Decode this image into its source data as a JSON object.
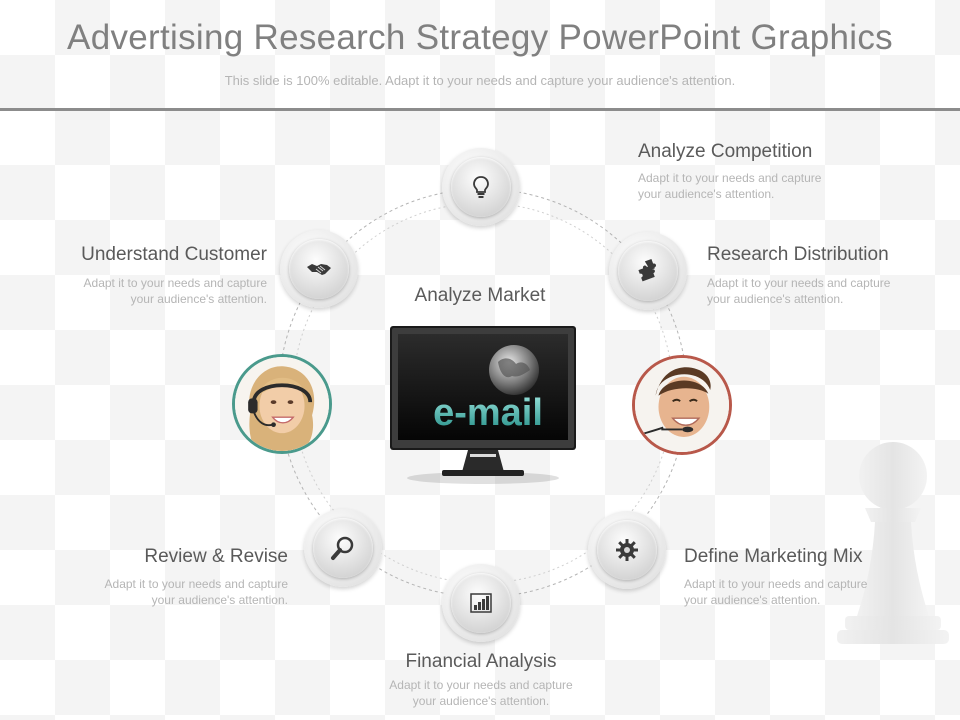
{
  "slide": {
    "title": "Advertising Research Strategy PowerPoint Graphics",
    "subtitle": "This slide is 100% editable. Adapt it to your needs and capture your audience's attention."
  },
  "center": {
    "label": "Analyze Market",
    "screen_text": "e-mail"
  },
  "items": [
    {
      "title": "Analyze Competition",
      "desc": "Adapt it to your needs and capture your audience's attention.",
      "icon": "lightbulb-icon"
    },
    {
      "title": "Research Distribution",
      "desc": "Adapt it to your needs and capture your audience's attention.",
      "icon": "puzzle-icon"
    },
    {
      "title": "Define Marketing Mix",
      "desc": "Adapt it to your needs and capture your audience's attention.",
      "icon": "gear-icon"
    },
    {
      "title": "Financial Analysis",
      "desc": "Adapt it to your needs and capture your audience's attention.",
      "icon": "bar-chart-icon"
    },
    {
      "title": "Review & Revise",
      "desc": "Adapt it to your needs and capture your audience's attention.",
      "icon": "magnifier-icon"
    },
    {
      "title": "Understand Customer",
      "desc": "Adapt it to your needs and capture your audience's attention.",
      "icon": "handshake-icon"
    }
  ],
  "colors": {
    "title": "#808080",
    "accent_teal": "#4a9a8c",
    "accent_red": "#b8584a"
  }
}
